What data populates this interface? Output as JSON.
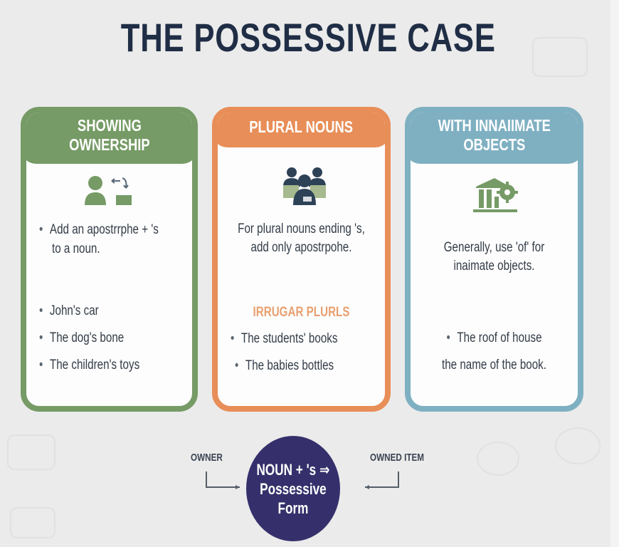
{
  "title": "THE POSSESSIVE CASE",
  "colors": {
    "background": "#ebebeb",
    "title": "#1f2d45",
    "green": "#769b66",
    "orange": "#e88e58",
    "blue": "#7fb0c2",
    "circle": "#35306b",
    "body_text": "#333c47",
    "subhead": "#e8a070"
  },
  "cards": [
    {
      "header": "SHOWING\nOWNERSHIP",
      "icon": "person-transfer-icon",
      "rule": "Add an apostrrphe + 's",
      "rule_cont": "to a noun.",
      "examples": [
        "John's car",
        "The dog's bone",
        "The children's toys"
      ]
    },
    {
      "header": "PLURAL NOUNS",
      "icon": "group-people-icon",
      "rule_line1": "For plural nouns ending 's,",
      "rule_line2": "add only apostrpohe.",
      "subhead": "IRRUGAR PLURLS",
      "examples": [
        "The students' books",
        "The babies bottles"
      ]
    },
    {
      "header": "WITH INNAIIMATE\nOBJECTS",
      "icon": "building-gear-icon",
      "rule_line1": "Generally, use 'of' for",
      "rule_line2": "inaimate objects.",
      "examples": [
        "The roof of house"
      ],
      "extra": "the name of the book."
    }
  ],
  "diagram": {
    "left_label": "OWNER",
    "right_label": "OWNED ITEM",
    "center": "NOUN + 's ⇒\nPossessive\nForm"
  }
}
